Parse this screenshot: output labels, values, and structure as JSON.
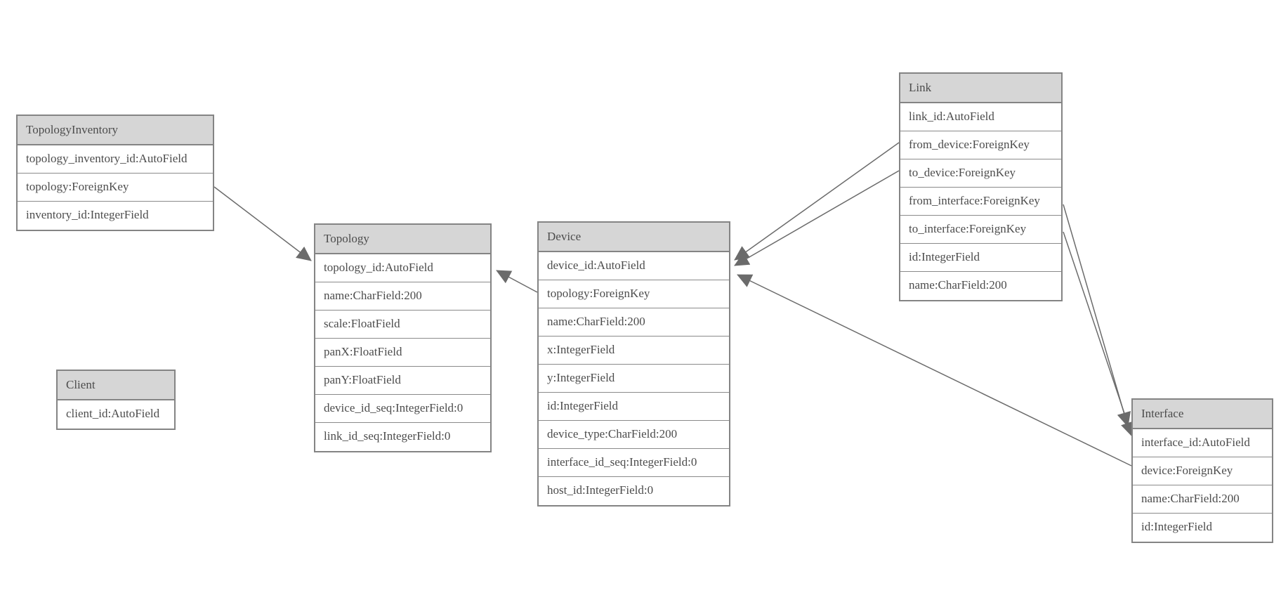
{
  "diagram": {
    "background_color": "#ffffff",
    "colors": {
      "entity_header_fill": "#d6d6d6",
      "entity_body_fill": "#ffffff",
      "entity_border": "#848484",
      "text": "#4c4c4c",
      "relation_line": "#6b6b6b",
      "arrowhead_fill": "#6b6b6b"
    },
    "entities": [
      {
        "name": "TopologyInventory",
        "fields": [
          "topology_inventory_id:AutoField",
          "topology:ForeignKey",
          "inventory_id:IntegerField"
        ]
      },
      {
        "name": "Topology",
        "fields": [
          "topology_id:AutoField",
          "name:CharField:200",
          "scale:FloatField",
          "panX:FloatField",
          "panY:FloatField",
          "device_id_seq:IntegerField:0",
          "link_id_seq:IntegerField:0"
        ]
      },
      {
        "name": "Client",
        "fields": [
          "client_id:AutoField"
        ]
      },
      {
        "name": "Device",
        "fields": [
          "device_id:AutoField",
          "topology:ForeignKey",
          "name:CharField:200",
          "x:IntegerField",
          "y:IntegerField",
          "id:IntegerField",
          "device_type:CharField:200",
          "interface_id_seq:IntegerField:0",
          "host_id:IntegerField:0"
        ]
      },
      {
        "name": "Link",
        "fields": [
          "link_id:AutoField",
          "from_device:ForeignKey",
          "to_device:ForeignKey",
          "from_interface:ForeignKey",
          "to_interface:ForeignKey",
          "id:IntegerField",
          "name:CharField:200"
        ]
      },
      {
        "name": "Interface",
        "fields": [
          "interface_id:AutoField",
          "device:ForeignKey",
          "name:CharField:200",
          "id:IntegerField"
        ]
      }
    ],
    "relations": [
      {
        "from": "TopologyInventory.topology",
        "to": "Topology.topology_id"
      },
      {
        "from": "Device.topology",
        "to": "Topology.topology_id"
      },
      {
        "from": "Link.from_device",
        "to": "Device.device_id"
      },
      {
        "from": "Link.to_device",
        "to": "Device.device_id"
      },
      {
        "from": "Interface.device",
        "to": "Device.device_id"
      },
      {
        "from": "Link.from_interface",
        "to": "Interface.interface_id"
      },
      {
        "from": "Link.to_interface",
        "to": "Interface.interface_id"
      }
    ]
  }
}
